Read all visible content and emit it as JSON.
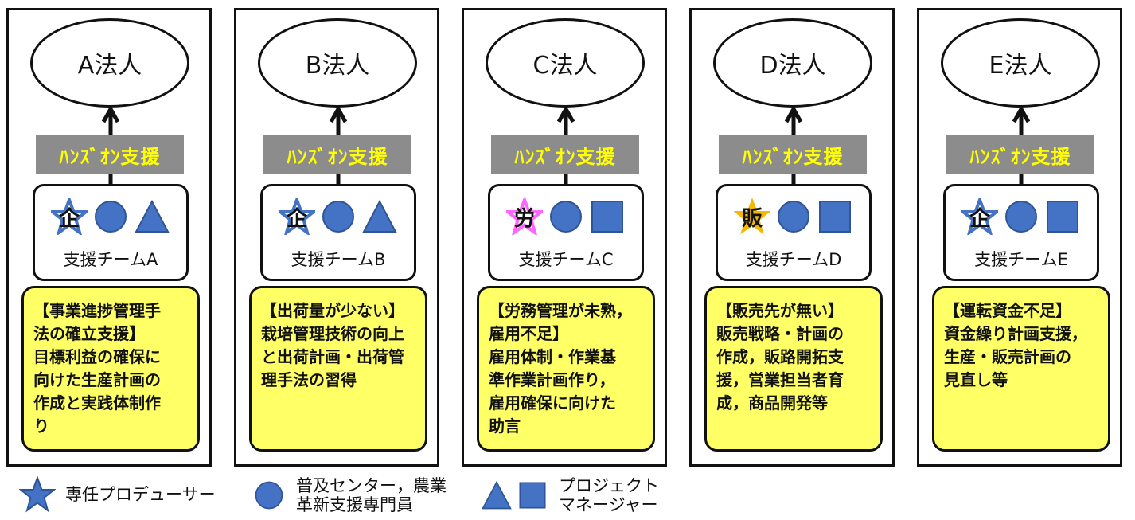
{
  "colors": {
    "blue": "#4472c4",
    "blue_stroke": "#2f5597",
    "note_bg": "#ffff66",
    "bar_bg": "#8c8c8c",
    "bar_text": "#ffff00",
    "star_gold": "#f5b800",
    "star_pink": "#ff66ff"
  },
  "panels": [
    {
      "corp": "A法人",
      "bar": "ﾊﾝｽﾞｵﾝ支援",
      "team": "支援チームA",
      "lead": {
        "shape": "star-icon",
        "kanji": "企",
        "color": "#4472c4"
      },
      "second": "circle",
      "third": "triangle",
      "note": [
        "【事業進捗管理手",
        "法の確立支援】",
        "目標利益の確保に",
        "向けた生産計画の",
        "作成と実践体制作",
        "り"
      ]
    },
    {
      "corp": "B法人",
      "bar": "ﾊﾝｽﾞｵﾝ支援",
      "team": "支援チームB",
      "lead": {
        "shape": "star-icon",
        "kanji": "企",
        "color": "#4472c4"
      },
      "second": "circle",
      "third": "triangle",
      "note": [
        "【出荷量が少ない】",
        "栽培管理技術の向上",
        "と出荷計画・出荷管",
        "理手法の習得"
      ]
    },
    {
      "corp": "C法人",
      "bar": "ﾊﾝｽﾞｵﾝ支援",
      "team": "支援チームC",
      "lead": {
        "shape": "star-icon",
        "kanji": "労",
        "color": "#ff66ff"
      },
      "second": "circle",
      "third": "square",
      "note": [
        "【労務管理が未熟，",
        "雇用不足】",
        "雇用体制・作業基",
        "準作業計画作り，",
        "雇用確保に向けた",
        "助言"
      ]
    },
    {
      "corp": "D法人",
      "bar": "ﾊﾝｽﾞｵﾝ支援",
      "team": "支援チームD",
      "lead": {
        "shape": "star-icon",
        "kanji": "販",
        "color": "#f5b800"
      },
      "second": "circle",
      "third": "square",
      "note": [
        "【販売先が無い】",
        "販売戦略・計画の",
        "作成，販路開拓支",
        "援，営業担当者育",
        "成，商品開発等"
      ]
    },
    {
      "corp": "E法人",
      "bar": "ﾊﾝｽﾞｵﾝ支援",
      "team": "支援チームE",
      "lead": {
        "shape": "star-icon",
        "kanji": "企",
        "color": "#4472c4"
      },
      "second": "circle",
      "third": "square",
      "note": [
        "【運転資金不足】",
        "資金繰り計画支援，",
        "生産・販売計画の",
        "見直し等"
      ]
    }
  ],
  "legend": {
    "star": "専任プロデューサー",
    "circle": [
      "普及センター，農業",
      "革新支援専門員"
    ],
    "tri_sq": [
      "プロジェクト",
      "マネージャー"
    ]
  }
}
